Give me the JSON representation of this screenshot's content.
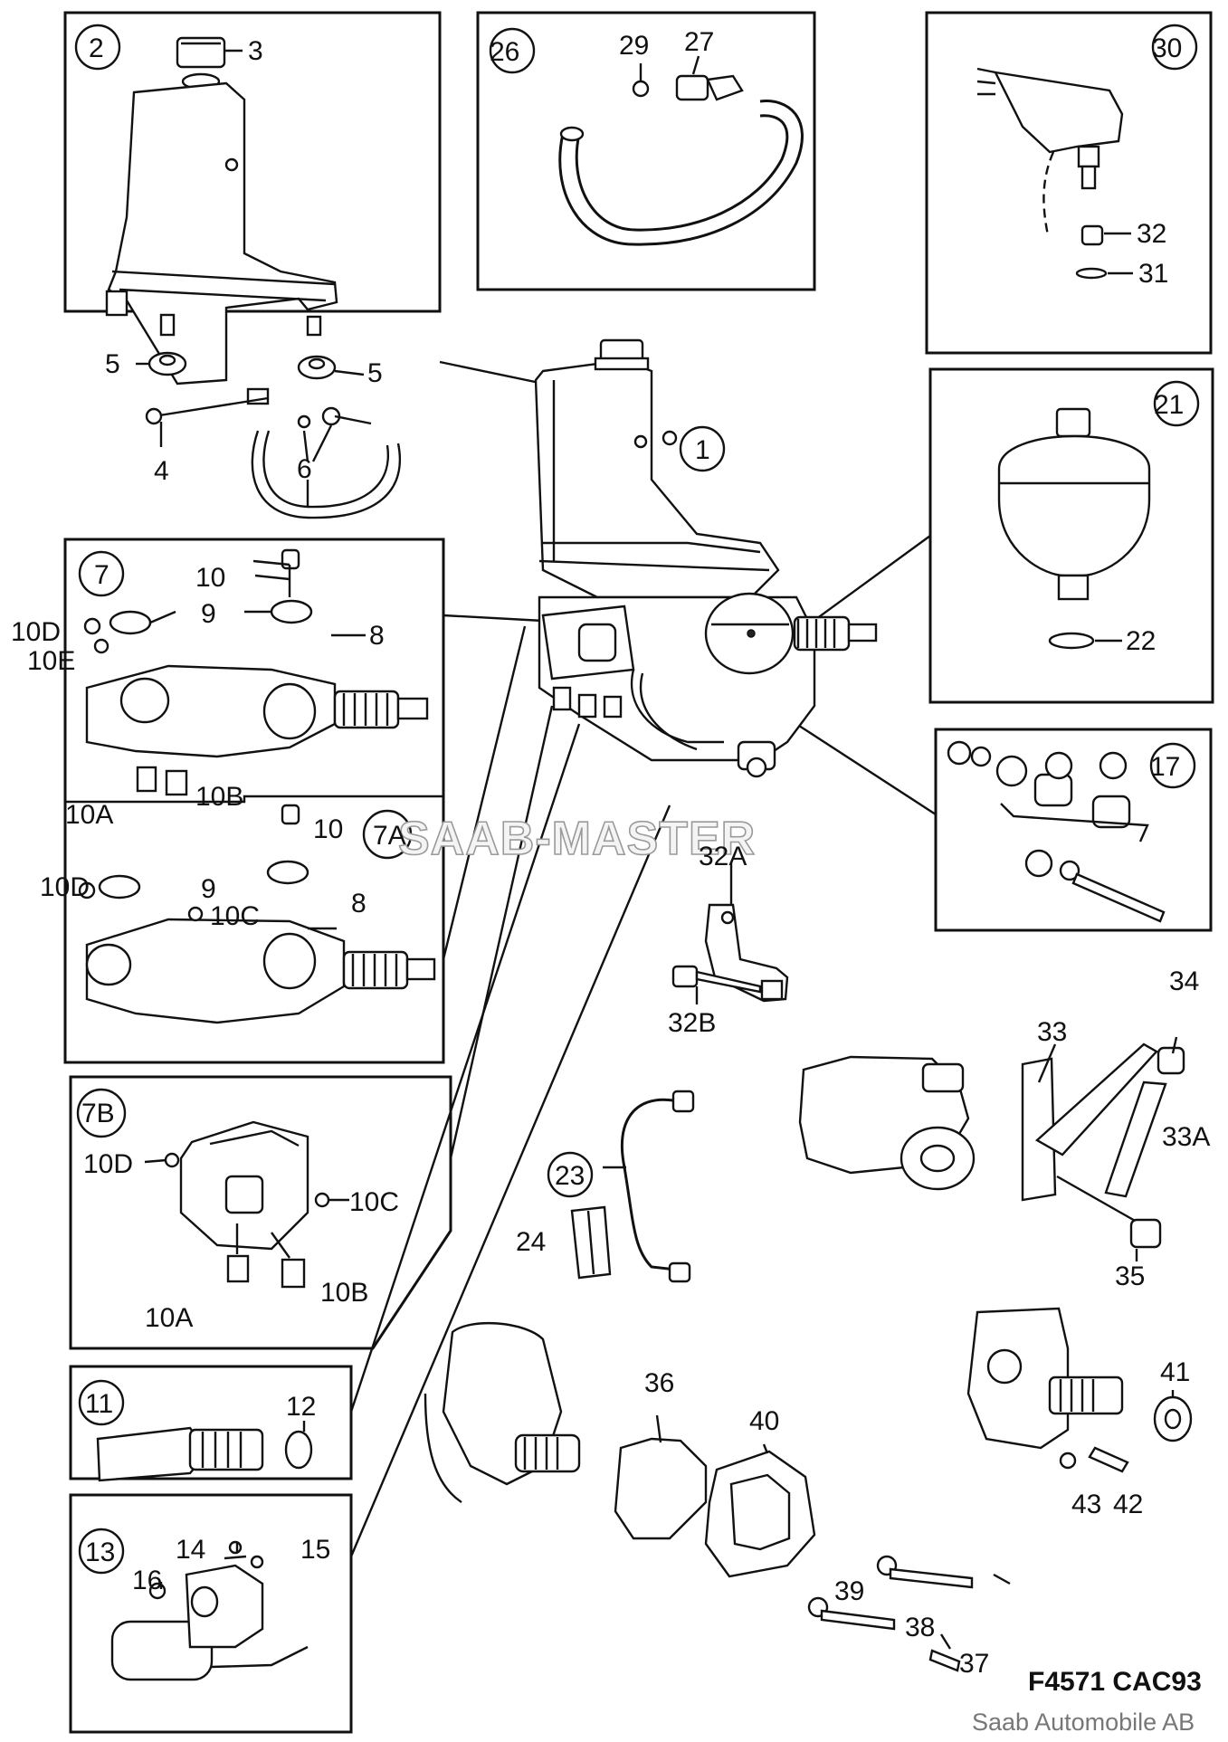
{
  "watermark": "SAAB-MASTER",
  "figure_code": "F4571  CAC93",
  "credit": "Saab Automobile AB",
  "labels": {
    "n1": "1",
    "n2": "2",
    "n3": "3",
    "n4": "4",
    "n5a": "5",
    "n5b": "5",
    "n6": "6",
    "n7": "7",
    "n7a": "7A",
    "n7b": "7B",
    "n8a": "8",
    "n8b": "8",
    "n9a": "9",
    "n9b": "9",
    "n10a": "10",
    "n10b": "10",
    "n10A_1": "10A",
    "n10A_2": "10A",
    "n10B_1": "10B",
    "n10B_2": "10B",
    "n10C_1": "10C",
    "n10C_2": "10C",
    "n10D_1": "10D",
    "n10D_2": "10D",
    "n10D_3": "10D",
    "n10E": "10E",
    "n11": "11",
    "n12": "12",
    "n13": "13",
    "n14": "14",
    "n15": "15",
    "n16": "16",
    "n17": "17",
    "n21": "21",
    "n22": "22",
    "n23": "23",
    "n24": "24",
    "n26": "26",
    "n27": "27",
    "n29": "29",
    "n30": "30",
    "n31": "31",
    "n32": "32",
    "n32A": "32A",
    "n32B": "32B",
    "n33": "33",
    "n33A": "33A",
    "n34": "34",
    "n35": "35",
    "n36": "36",
    "n37": "37",
    "n38": "38",
    "n39": "39",
    "n40": "40",
    "n41": "41",
    "n42": "42",
    "n43": "43"
  }
}
